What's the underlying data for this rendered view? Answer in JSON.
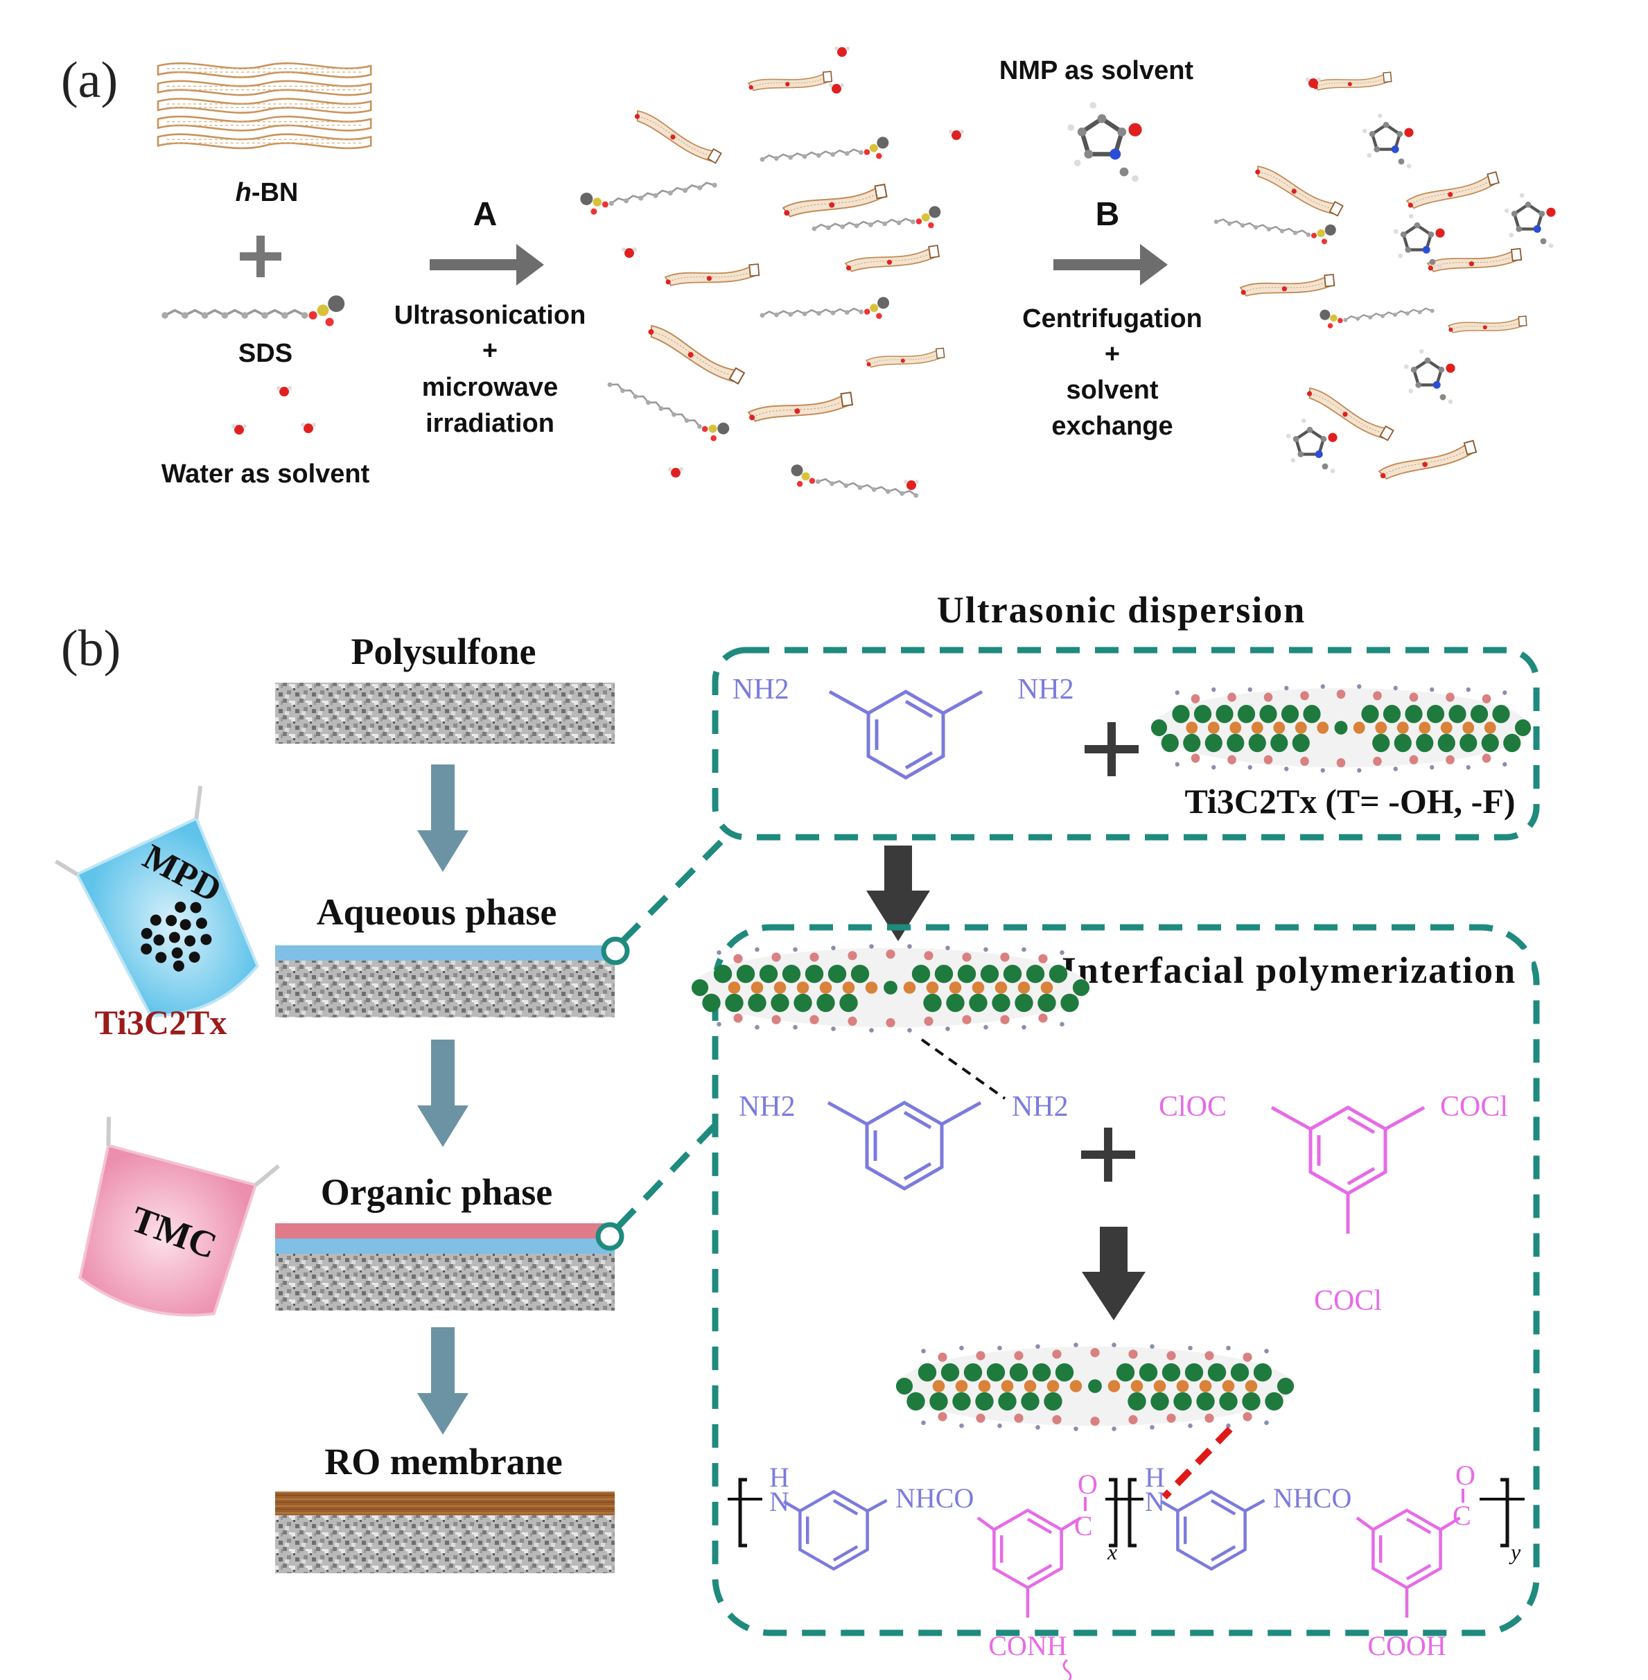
{
  "panel_a": {
    "label": "(a)",
    "hbn_prefix": "h",
    "hbn_suffix": "-BN",
    "plus": "+",
    "sds": "SDS",
    "water": "Water as solvent",
    "step_a_letter": "A",
    "step_a_line1": "Ultrasonication",
    "step_a_line2": "+",
    "step_a_line3": "microwave",
    "step_a_line4": "irradiation",
    "nmp": "NMP as solvent",
    "step_b_letter": "B",
    "step_b_line1": "Centrifugation",
    "step_b_line2": "+",
    "step_b_line3": "solvent",
    "step_b_line4": "exchange"
  },
  "panel_b": {
    "label": "(b)",
    "polysulfone": "Polysulfone",
    "aqueous": "Aqueous phase",
    "organic": "Organic phase",
    "ro": "RO membrane",
    "mpd": "MPD",
    "tmc": "TMC",
    "ti3c2tx": "Ti3C2Tx",
    "ultrasonic": "Ultrasonic dispersion",
    "interfacial": "Interfacial polymerization",
    "nh2": "NH2",
    "mxene_label_prefix": "Ti3C2Tx",
    "mxene_label_suffix": "(T= -OH, -F)",
    "cloc": "ClOC",
    "cocl": "COCl",
    "cocl_bottom": "COCl",
    "h": "H",
    "n": "N",
    "nhco": "NHCO",
    "o": "O",
    "c": "C",
    "conh": "CONH",
    "cooh": "COOH",
    "sub_x": "x",
    "sub_y": "y"
  },
  "colors": {
    "teal_dash": "#1f8a7e",
    "arrow_grey": "#6d6d6d",
    "arrow_blue": "#6b93a3",
    "arrow_dark": "#3a3a3a",
    "purple_mpd": "#7b7bdd",
    "pink_tmc": "#e66be6",
    "aqueous_blue": "#80bfe6",
    "organic_pink": "#e07b8a",
    "ro_brown": "#a0642e",
    "dark_red": "#9b1b1b"
  }
}
